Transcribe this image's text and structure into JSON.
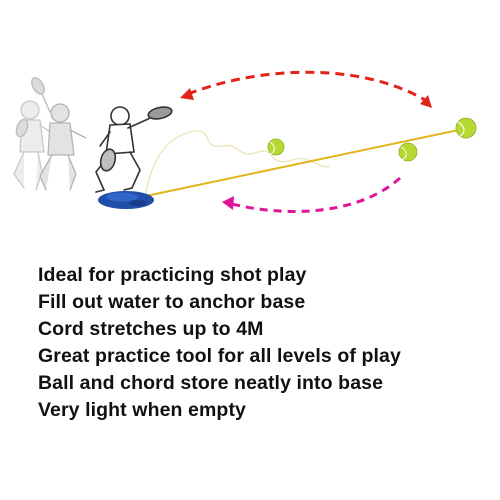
{
  "features": [
    "Ideal for practicing shot play",
    "Fill out water to anchor base",
    "Cord stretches up to 4M",
    "Great practice tool for all levels of play",
    "Ball and chord store neatly into base",
    "Very light when empty"
  ],
  "illustration": {
    "player_icon": "tennis-player-sequence",
    "base_icon": "water-filled-base",
    "ball_icon": "tennis-ball",
    "colors": {
      "ball": "#b5d832",
      "base": "#1f4fa8",
      "cord": "#e3b41c",
      "outbound_arrow": "#e2231a",
      "return_arrow": "#e0139a"
    }
  }
}
